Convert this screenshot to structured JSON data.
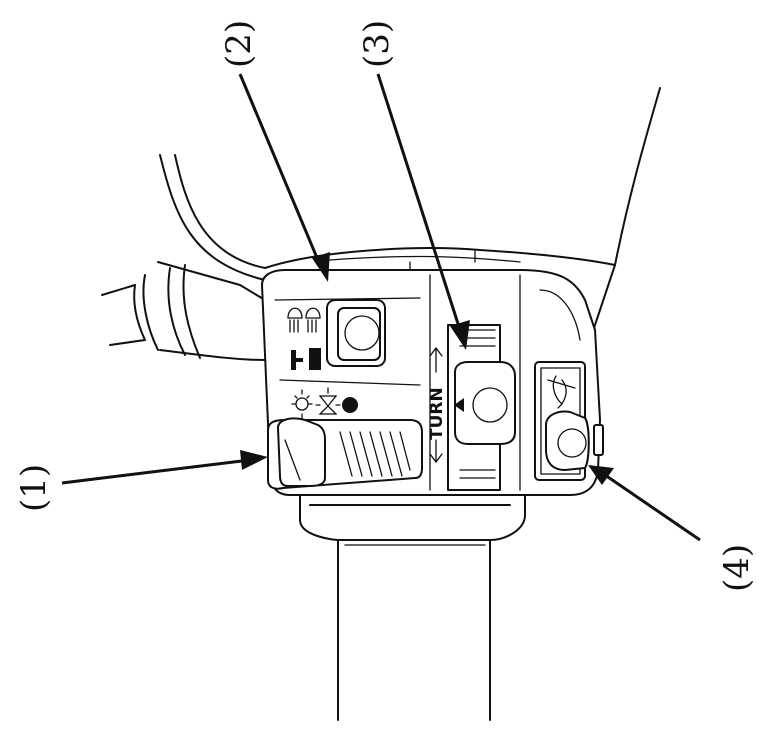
{
  "callouts": [
    {
      "id": "1",
      "label": "(1)"
    },
    {
      "id": "2",
      "label": "(2)"
    },
    {
      "id": "3",
      "label": "(3)"
    },
    {
      "id": "4",
      "label": "(4)"
    }
  ],
  "switch_labels": {
    "turn": "TURN"
  },
  "icons": [
    "headlight-beam-icon",
    "pass-light-icon",
    "headlight-on-icon",
    "position-light-icon",
    "horn-icon"
  ]
}
